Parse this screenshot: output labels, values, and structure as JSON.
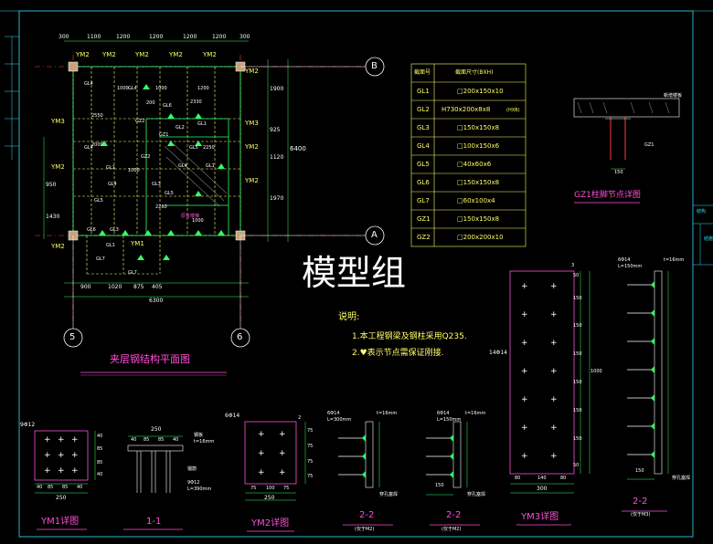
{
  "watermark": "模型组",
  "axes": {
    "b": "B",
    "a": "A",
    "c5": "5",
    "c6": "6"
  },
  "plan": {
    "title": "夹层钢结构平面图",
    "top_dims": [
      "300",
      "1100",
      "1200",
      "1200",
      "1200",
      "1200",
      "300"
    ],
    "bottom_dims": [
      "900",
      "1020",
      "875",
      "405"
    ],
    "bottom_total": "6300",
    "right_dims": [
      "1900",
      "925",
      "1120",
      "1970"
    ],
    "right_total": "6400",
    "left_dims": [
      "950",
      "1430"
    ],
    "embeds": [
      "YM2",
      "YM2",
      "YM2",
      "YM2",
      "YM2",
      "YM3",
      "YM3",
      "YM2",
      "YM2",
      "YM2",
      "YM2",
      "YM2",
      "YM1"
    ],
    "beams": [
      "GL4",
      "GL4",
      "GL4",
      "GL4",
      "GL4",
      "GL1",
      "GL1",
      "GL1",
      "GL1",
      "GL5",
      "GL5",
      "GL5",
      "GL3",
      "GL3",
      "GL6",
      "GL6",
      "GL7",
      "GL7",
      "GL2",
      "GZ1",
      "GZ2",
      "GZ2"
    ],
    "inner_dims": [
      "1000",
      "1000",
      "1200",
      "2330",
      "2000",
      "2250",
      "2550",
      "2280",
      "1000",
      "200",
      "1000"
    ],
    "stair_label": "原有楼梯"
  },
  "table": {
    "headers": [
      "截面号",
      "截面尺寸(BXH)"
    ],
    "rows": [
      [
        "GL1",
        "□200x150x10"
      ],
      [
        "GL2",
        "H730x200x8x8"
      ],
      [
        "GL3",
        "□150x150x8"
      ],
      [
        "GL4",
        "□100x150x6"
      ],
      [
        "GL5",
        "□40x60x6"
      ],
      [
        "GL6",
        "□150x150x8"
      ],
      [
        "GL7",
        "□60x100x4"
      ],
      [
        "GZ1",
        "□150x150x8"
      ],
      [
        "GZ2",
        "□200x200x10"
      ]
    ],
    "note_small": "(HXB)"
  },
  "notes": {
    "title": "说明:",
    "line1": "1.本工程钢梁及钢柱采用Q235.",
    "line2": "2.♥表示节点需保证刚接."
  },
  "gz1": {
    "title": "GZ1柱脚节点详图",
    "label_right": "新增楼板",
    "gz1": "GZ1",
    "dim": "150"
  },
  "ym1": {
    "title": "YM1详图",
    "rebar": "9Φ12",
    "dims": [
      "40",
      "85",
      "85",
      "40"
    ],
    "total": "250",
    "side_dims": [
      "40",
      "85",
      "85",
      "40"
    ]
  },
  "sec11": {
    "title": "1-1",
    "top": "250",
    "dims": [
      "40",
      "85",
      "85",
      "40"
    ],
    "l1": "钢板",
    "l2": "t=16mm",
    "l3": "9Φ12",
    "l4": "L=390mm",
    "l5": "锚筋"
  },
  "ym2": {
    "title": "YM2详图",
    "rebar": "6Φ14",
    "mark": "2",
    "dims": [
      "75",
      "100",
      "75"
    ],
    "total": "250",
    "side_dims": [
      "75",
      "75",
      "75",
      "75"
    ]
  },
  "sec22a": {
    "title": "2-2",
    "sub": "(仅于M2)",
    "l1": "6Φ14",
    "l2": "L=300mm",
    "l3": "t=16mm",
    "l4": "穿孔塞焊"
  },
  "sec22b": {
    "title": "2-2",
    "sub": "(仅于M2)",
    "l1": "6Φ14",
    "l2": "L=150mm",
    "l3": "t=16mm",
    "l4": "穿孔塞焊",
    "dim": "150"
  },
  "ym3": {
    "title": "YM3详图",
    "rebar": "14Φ14",
    "mark": "3",
    "bottom_dims": [
      "80",
      "140",
      "80"
    ],
    "total": "300",
    "side_dims": [
      "50",
      "150",
      "150",
      "150",
      "150",
      "150",
      "150",
      "50"
    ],
    "side_total": "1000"
  },
  "sec22c": {
    "title": "2-2",
    "sub": "(仅于M3)",
    "l1": "6Φ14",
    "l2": "L=150mm",
    "l3": "t=16mm",
    "l4": "穿孔塞焊",
    "dim": "150"
  },
  "frame": {
    "right_top": "结构",
    "right_bottom": "结施"
  }
}
